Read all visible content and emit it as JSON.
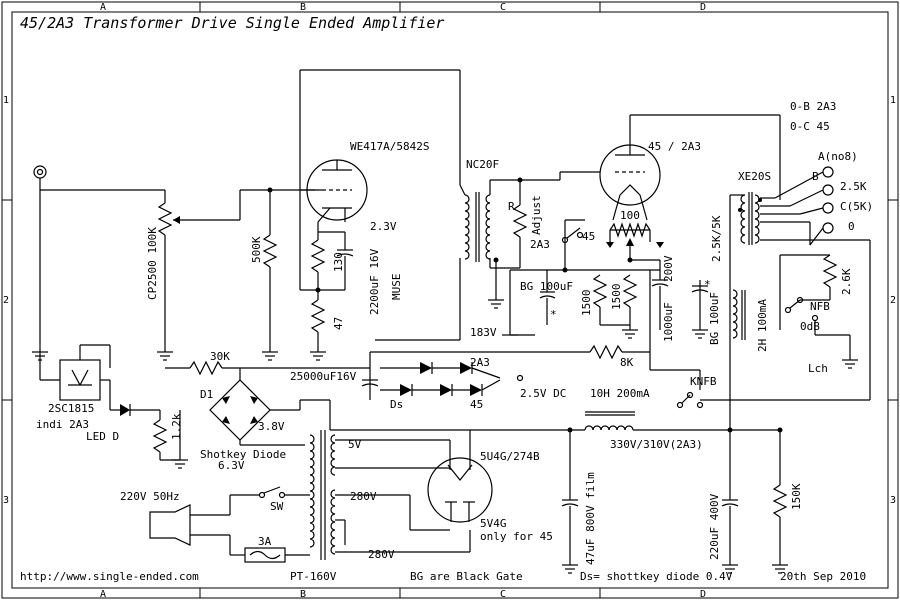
{
  "title": "45/2A3 Transformer Drive Single Ended Amplifier",
  "grid": {
    "cols": [
      "A",
      "B",
      "C",
      "D"
    ],
    "rows": [
      "1",
      "2",
      "3"
    ]
  },
  "labels": {
    "we417": "WE417A/5842S",
    "r2_3v": "2.3V",
    "r130": "130",
    "c2200": "2200uF 16V",
    "muse": "MUSE",
    "r47": "47",
    "r500k": "500K",
    "pot": "CP2500 100K",
    "nc20f": "NC20F",
    "r_r": "R",
    "adjust": "Adjust",
    "tube45": "45 / 2A3",
    "sw2a3": "2A3",
    "sw45": "45",
    "r100": "100",
    "c200v": "200V",
    "bg100": "BG 100uF",
    "star": "*",
    "r1500a": "1500",
    "r1500b": "1500",
    "c1000": "1000uF",
    "v183": "183V",
    "bg100b": "BG 100uF",
    "star2": "*",
    "ch2h": "2H 100mA",
    "xe20s": "XE20S",
    "x25k": "2.5K/5K",
    "ob": "0-B 2A3",
    "oc": "0-C 45",
    "outA": "A(no8)",
    "outB": "B",
    "out25k": "2.5K",
    "outC": "C(5K)",
    "out0": "0",
    "r26k": "2.6K",
    "nfb": "NFB",
    "odb": "0dB",
    "lch": "Lch",
    "r8k": "8K",
    "r30k": "30K",
    "c25000": "25000uF16V",
    "sw2a3b": "2A3",
    "v25dc": "2.5V DC",
    "ds": "Ds",
    "sw45b": "45",
    "ch10h": "10H 200mA",
    "knfb": "KNFB",
    "b330": "330V/310V(2A3)",
    "d1": "D1",
    "v38": "3.8V",
    "q2sc": "2SC1815",
    "indi": "indi 2A3",
    "ledd": "LED D",
    "r1k": "1.2k",
    "shottkey": "Shotkey Diode",
    "v63": "6.3V",
    "v5": "5V",
    "rect": "5U4G/274B",
    "v280a": "280V",
    "v280b": "280V",
    "rect2": "5V4G",
    "rect3": "only for 45",
    "sw": "SW",
    "mains": "220V 50Hz",
    "fuse": "3A",
    "pt": "PT-160V",
    "c47": "47uF 800V film",
    "c220": "220uF 400V",
    "r150k": "150K",
    "url": "http://www.single-ended.com",
    "bgnote": "BG are Black Gate",
    "dsnote": "Ds= shottkey diode 0.4V",
    "date": "20th Sep 2010"
  }
}
